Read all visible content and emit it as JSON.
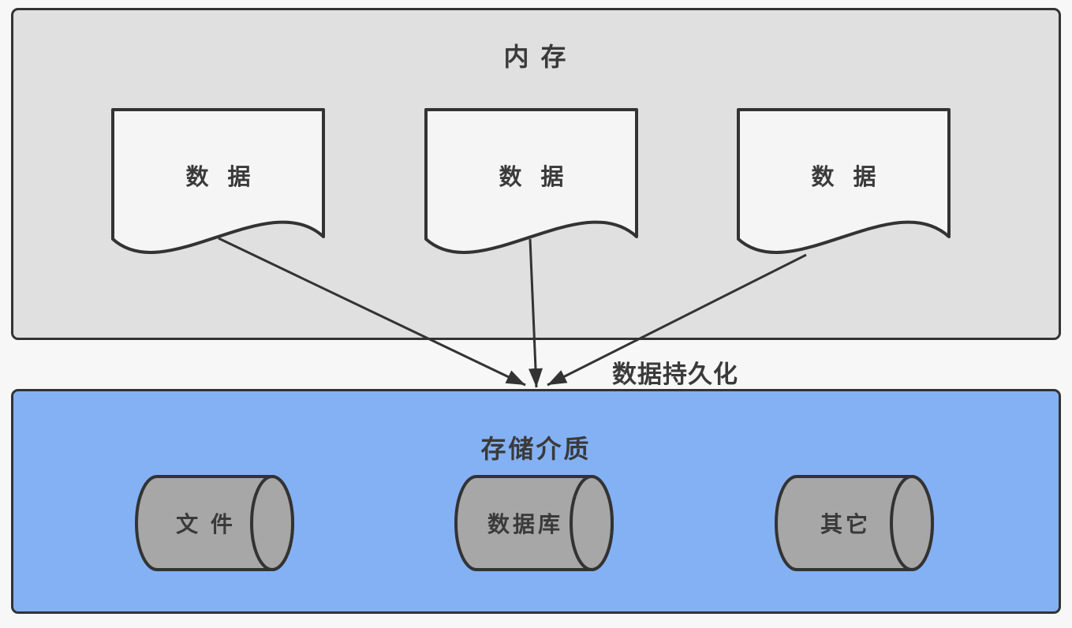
{
  "diagram": {
    "background_color": "#f7f7f8",
    "stroke_color": "#333333",
    "text_color": "#3a3a3a",
    "memory": {
      "title": "内 存",
      "fill": "#e0e0e0",
      "document_fill": "#f5f5f5",
      "documents": [
        {
          "label": "数 据"
        },
        {
          "label": "数 据"
        },
        {
          "label": "数 据"
        }
      ]
    },
    "persistence_label": "数据持久化",
    "storage": {
      "title": "存储介质",
      "fill": "#84b1f4",
      "cylinder_fill": "#a7a7a7",
      "cylinders": [
        {
          "label": "文 件"
        },
        {
          "label": "数据库"
        },
        {
          "label": "其它"
        }
      ]
    }
  }
}
